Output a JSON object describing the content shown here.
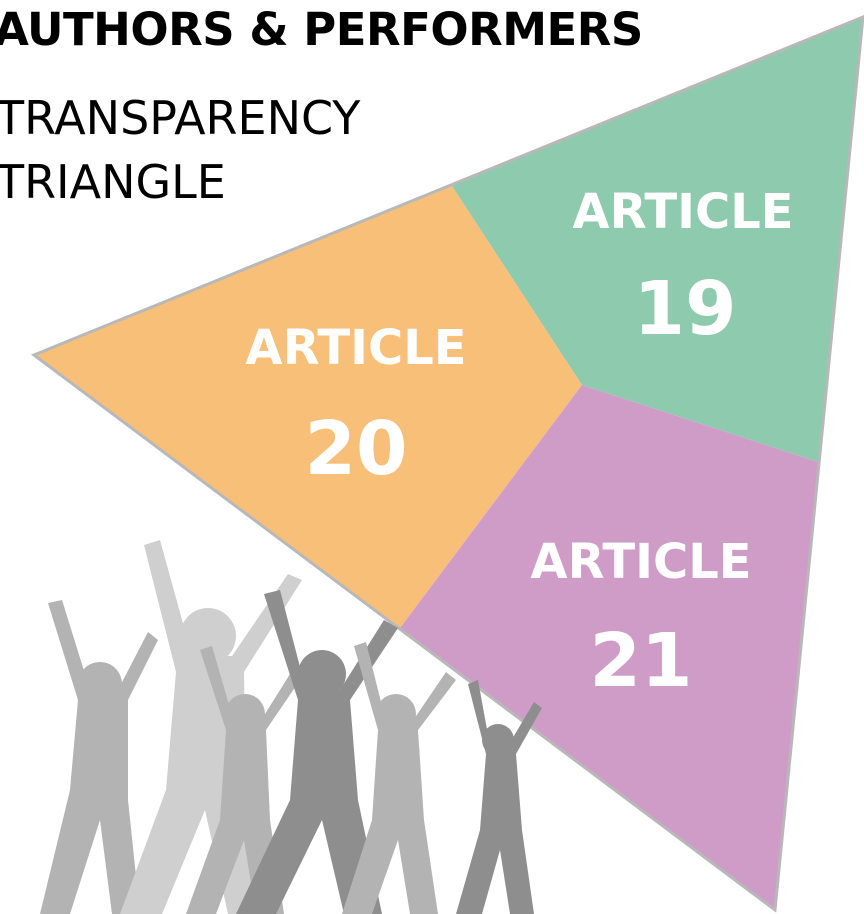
{
  "title": "AUTHORS & PERFORMERS",
  "subtitle_lines": [
    "TRANSPARENCY",
    "TRIANGLE"
  ],
  "segments": [
    {
      "label": "ARTICLE",
      "number": "20",
      "color": "#f8bf78"
    },
    {
      "label": "ARTICLE",
      "number": "19",
      "color": "#8ecaae"
    },
    {
      "label": "ARTICLE",
      "number": "21",
      "color": "#cf9cc8"
    }
  ],
  "colors": {
    "outline": "#b8b8b8",
    "figure_light": "#cfcfcf",
    "figure_mid": "#b3b3b3",
    "figure_dark": "#8e8e8e"
  },
  "illustration": "group-of-people-cheering"
}
